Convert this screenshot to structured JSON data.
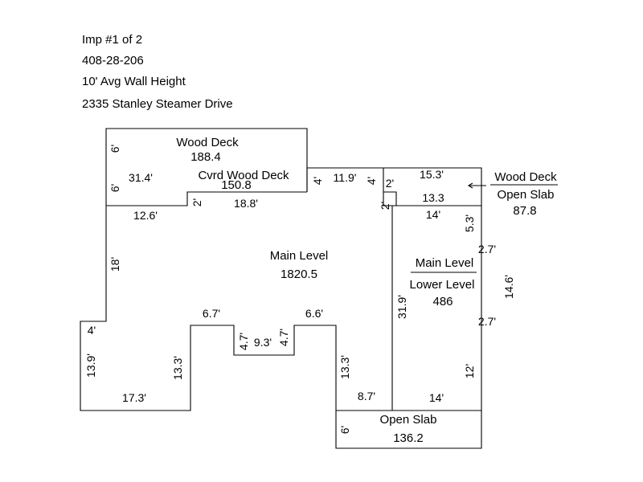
{
  "header": {
    "improvement": "Imp #1 of 2",
    "parcel_id": "408-28-206",
    "wall_height": "10' Avg Wall Height",
    "address": "2335 Stanley Steamer Drive"
  },
  "areas": {
    "wood_deck_top": {
      "name": "Wood Deck",
      "value": "188.4"
    },
    "covered_wood_deck": {
      "name": "Cvrd Wood Deck",
      "value": "150.8"
    },
    "wood_deck_right": {
      "name": "Wood Deck",
      "sub": "Open Slab",
      "value": "87.8"
    },
    "main_level": {
      "name": "Main Level",
      "value": "1820.5"
    },
    "lower_level": {
      "name": "Main Level",
      "sub": "Lower Level",
      "value": "486"
    },
    "open_slab": {
      "name": "Open Slab",
      "value": "136.2"
    }
  },
  "dimensions": {
    "deck_height_6": "6'",
    "deck_width_31_4": "31.4'",
    "cvrd_height_6": "6'",
    "cvrd_right_4": "4'",
    "notch_2": "2'",
    "left_12_6": "12.6'",
    "mid_18_8": "18.8'",
    "connector_11_9": "11.9'",
    "right_4": "4'",
    "small_2": "2'",
    "deck_15_3": "15.3'",
    "deck_13_3": "13.3",
    "vert_2": "2'",
    "top_14": "14'",
    "right_5_3": "5.3'",
    "right_2_7_top": "2.7'",
    "right_14_6": "14.6'",
    "right_2_7_bottom": "2.7'",
    "right_12": "12'",
    "lower_31_9": "31.9'",
    "bottom_14": "14'",
    "bottom_8_7": "8.7'",
    "left_18": "18'",
    "left_4": "4'",
    "left_13_9": "13.9'",
    "bottom_17_3": "17.3'",
    "inner_13_3_left": "13.3'",
    "step_6_7": "6.7'",
    "step_4_7_left": "4.7'",
    "step_9_3": "9.3'",
    "step_4_7_right": "4.7'",
    "step_6_6": "6.6'",
    "inner_13_3_right": "13.3'",
    "slab_height_6": "6'"
  }
}
